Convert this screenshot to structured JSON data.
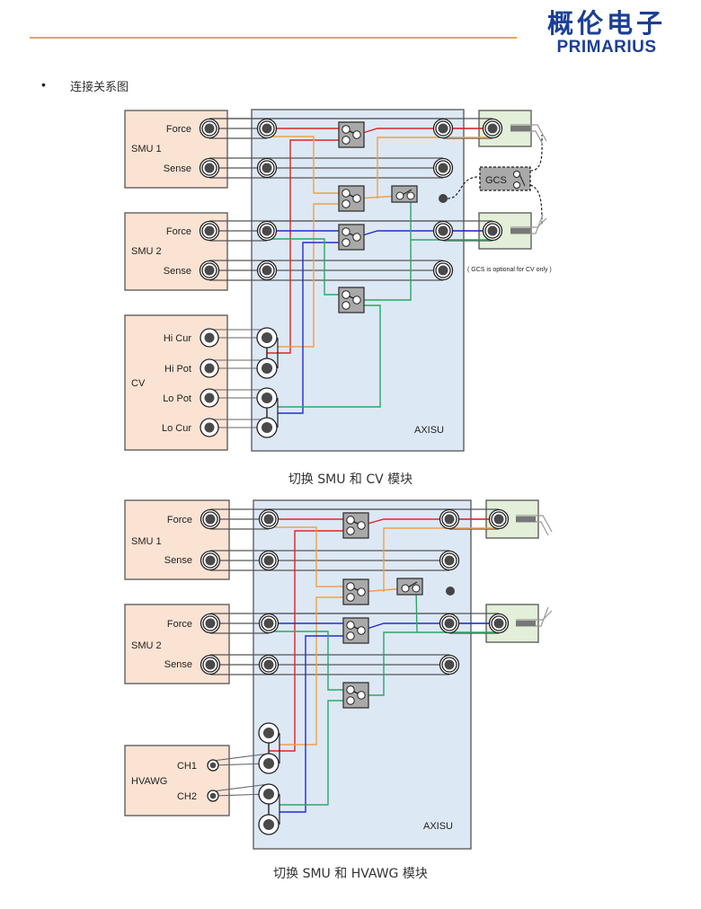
{
  "header": {
    "logo_cn": "概伦电子",
    "logo_en": "PRIMARIUS",
    "accent_line_color": "#f0a04b",
    "logo_color": "#1c3f95"
  },
  "section": {
    "bullet": "•",
    "title": "连接关系图"
  },
  "colors": {
    "instrument_fill": "#fbe3d3",
    "axisu_fill": "#dde8f5",
    "probe_fill": "#e3efd8",
    "switch_fill": "#a9a9a9",
    "red": "#e02424",
    "orange": "#f0a048",
    "blue": "#1f2fd0",
    "green": "#2aa864",
    "wire_dark": "#333333"
  },
  "diagram1": {
    "caption": "切换 SMU 和 CV 模块",
    "smu1": {
      "name": "SMU 1",
      "force": "Force",
      "sense": "Sense"
    },
    "smu2": {
      "name": "SMU 2",
      "force": "Force",
      "sense": "Sense"
    },
    "cv": {
      "name": "CV",
      "ports": [
        "Hi Cur",
        "Hi Pot",
        "Lo Pot",
        "Lo Cur"
      ]
    },
    "axisu_label": "AXISU",
    "gcs_label": "GCS",
    "gcs_note": "( GCS is optional for CV only )"
  },
  "diagram2": {
    "caption": "切换 SMU 和 HVAWG 模块",
    "smu1": {
      "name": "SMU 1",
      "force": "Force",
      "sense": "Sense"
    },
    "smu2": {
      "name": "SMU 2",
      "force": "Force",
      "sense": "Sense"
    },
    "hvawg": {
      "name": "HVAWG",
      "ports": [
        "CH1",
        "CH2"
      ]
    },
    "axisu_label": "AXISU"
  }
}
